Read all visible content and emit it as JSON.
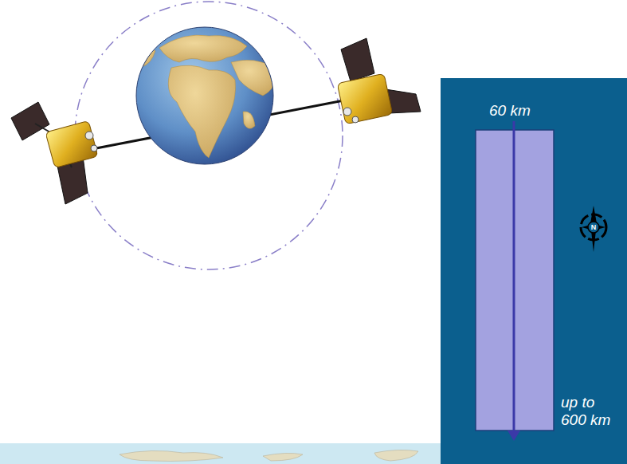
{
  "diagram": {
    "labels": [
      "60 km",
      "up to 600 km",
      "N"
    ]
  }
}
